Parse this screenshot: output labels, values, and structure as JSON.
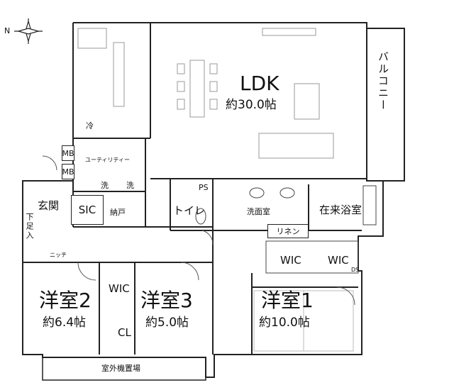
{
  "compass": {
    "label": "N"
  },
  "rooms": {
    "ldk": {
      "name": "LDK",
      "size": "約30.0帖"
    },
    "balcony": {
      "name": "バルコニー"
    },
    "fridge": {
      "label": "冷"
    },
    "mb1": {
      "label": "MB"
    },
    "mb2": {
      "label": "MB"
    },
    "utility": {
      "name": "ユーティリティー"
    },
    "wash1": {
      "label": "洗"
    },
    "wash2": {
      "label": "洗"
    },
    "entrance": {
      "name": "玄関"
    },
    "sic": {
      "name": "SIC"
    },
    "closet": {
      "name": "納戸"
    },
    "shoebox": {
      "name": "下足入"
    },
    "niche": {
      "name": "ニッチ"
    },
    "toilet": {
      "name": "トイレ"
    },
    "ps": {
      "label": "PS"
    },
    "washroom": {
      "name": "洗面室"
    },
    "bath": {
      "name": "在来浴室"
    },
    "linen": {
      "name": "リネン"
    },
    "wic1": {
      "name": "WIC"
    },
    "wic2": {
      "name": "WIC"
    },
    "ds": {
      "label": "DS"
    },
    "wic3": {
      "name": "WIC"
    },
    "cl": {
      "name": "CL"
    },
    "bedroom2": {
      "name": "洋室2",
      "size": "約6.4帖"
    },
    "bedroom3": {
      "name": "洋室3",
      "size": "約5.0帖"
    },
    "bedroom1": {
      "name": "洋室1",
      "size": "約10.0帖"
    },
    "outdoor_unit": {
      "name": "室外機置場"
    }
  }
}
